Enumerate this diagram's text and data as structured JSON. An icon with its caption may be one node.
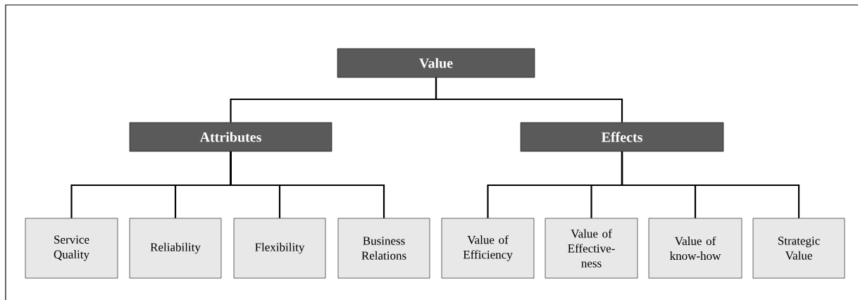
{
  "diagram": {
    "nodes": [
      {
        "text": [
          "Value"
        ]
      },
      {
        "text": [
          "Attributes"
        ]
      },
      {
        "text": [
          "Effects"
        ]
      },
      {
        "text": [
          "Service Quality"
        ]
      },
      {
        "text": [
          "Reliability"
        ]
      },
      {
        "text": [
          "Flexibility"
        ]
      },
      {
        "text": [
          "Business Relations"
        ]
      },
      {
        "text": [
          "Value of Efficiency"
        ]
      },
      {
        "text": [
          "Value of Effective- ness"
        ]
      },
      {
        "text": [
          "Value of know-how"
        ]
      },
      {
        "text": [
          "Strategic Value"
        ]
      }
    ],
    "edges": [
      {
        "from": 0,
        "to": 1,
        "arrow": "none"
      },
      {
        "from": 0,
        "to": 2,
        "arrow": "none"
      },
      {
        "from": 1,
        "to": 3,
        "arrow": "none"
      },
      {
        "from": 1,
        "to": 4,
        "arrow": "none"
      },
      {
        "from": 1,
        "to": 5,
        "arrow": "none"
      },
      {
        "from": 1,
        "to": 6,
        "arrow": "none"
      },
      {
        "from": 2,
        "to": 7,
        "arrow": "none"
      },
      {
        "from": 2,
        "to": 8,
        "arrow": "none"
      },
      {
        "from": 2,
        "to": 9,
        "arrow": "none"
      },
      {
        "from": 2,
        "to": 10,
        "arrow": "none"
      }
    ]
  }
}
